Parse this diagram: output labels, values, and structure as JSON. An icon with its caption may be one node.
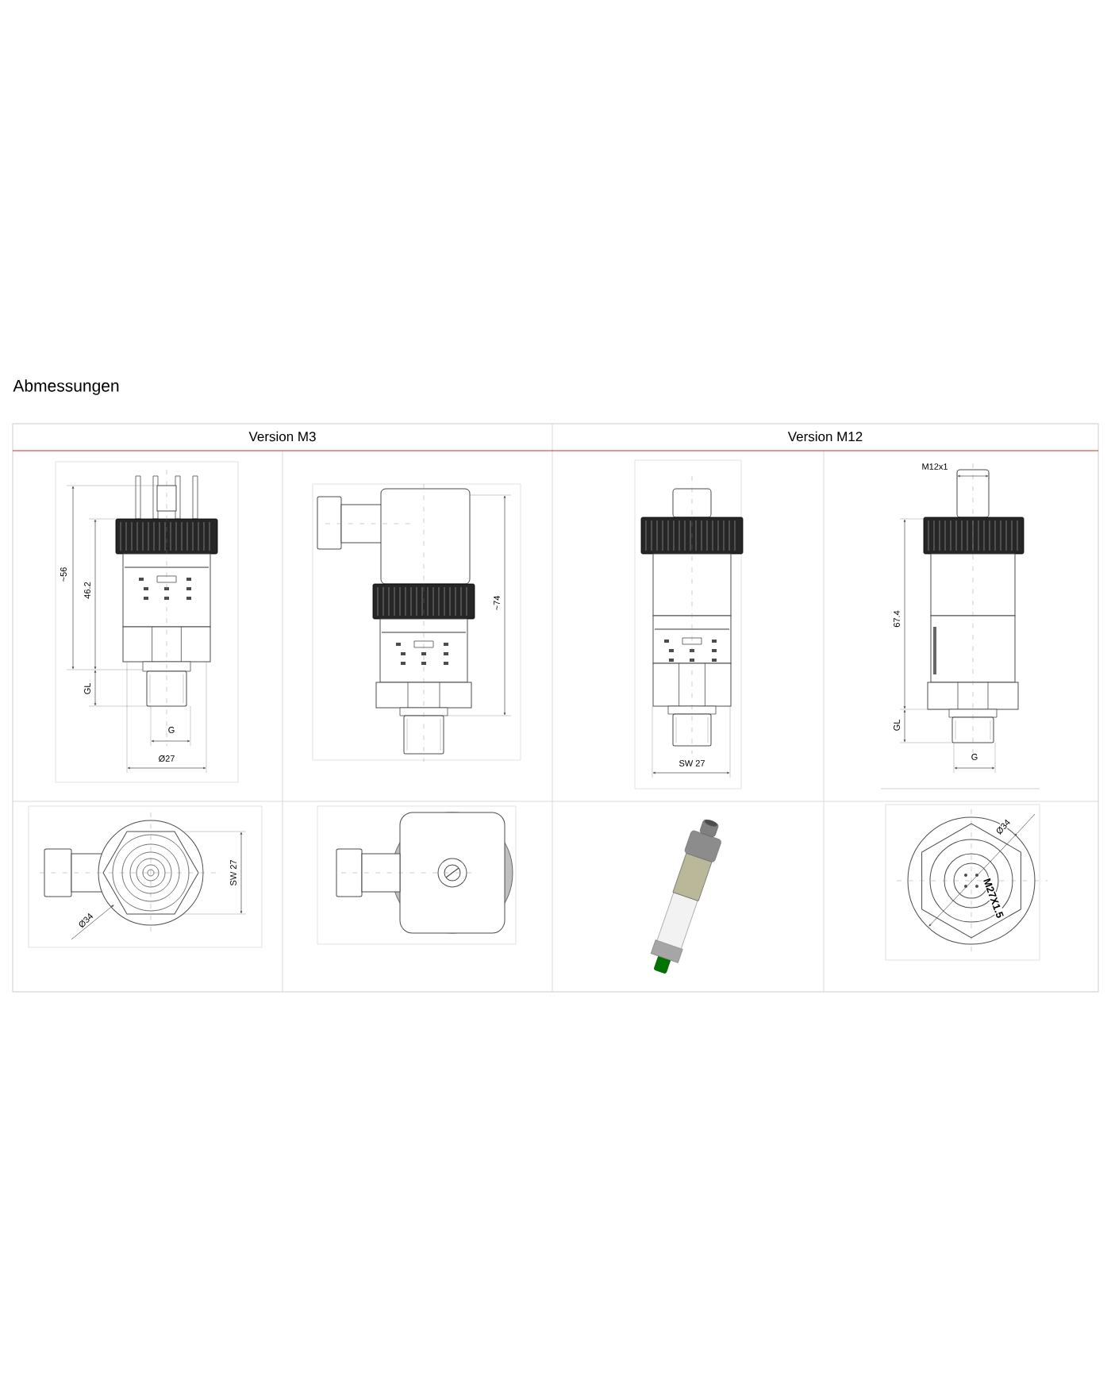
{
  "diagram": {
    "title": "Abmessungen",
    "labels": [
      "Version M3",
      "Version M12",
      "~56",
      "46.2",
      "GL",
      "G",
      "Ø27",
      "~74",
      "SW 27",
      "M12x1",
      "67.4",
      "GL",
      "G",
      "SW 27",
      "Ø34",
      "Ø34",
      "M27X1.5"
    ]
  }
}
